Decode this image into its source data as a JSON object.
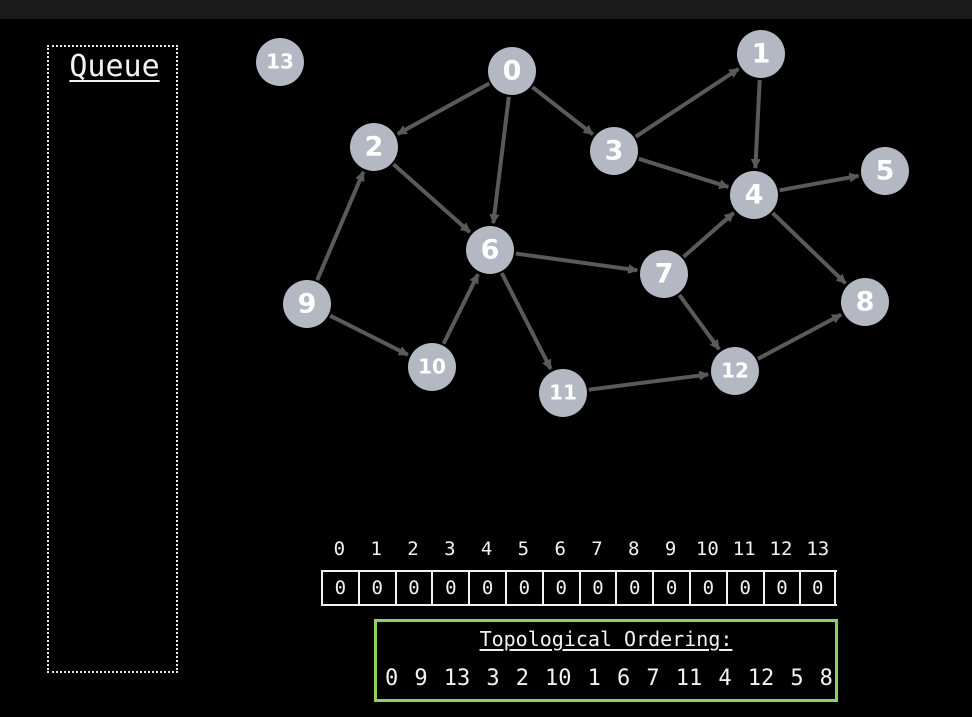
{
  "queue": {
    "title": "Queue",
    "items": []
  },
  "graph": {
    "nodes": [
      {
        "id": "0",
        "label": "0"
      },
      {
        "id": "1",
        "label": "1"
      },
      {
        "id": "2",
        "label": "2"
      },
      {
        "id": "3",
        "label": "3"
      },
      {
        "id": "4",
        "label": "4"
      },
      {
        "id": "5",
        "label": "5"
      },
      {
        "id": "6",
        "label": "6"
      },
      {
        "id": "7",
        "label": "7"
      },
      {
        "id": "8",
        "label": "8"
      },
      {
        "id": "9",
        "label": "9"
      },
      {
        "id": "10",
        "label": "10"
      },
      {
        "id": "11",
        "label": "11"
      },
      {
        "id": "12",
        "label": "12"
      },
      {
        "id": "13",
        "label": "13"
      }
    ],
    "edges": [
      [
        "0",
        "2"
      ],
      [
        "0",
        "6"
      ],
      [
        "0",
        "3"
      ],
      [
        "3",
        "1"
      ],
      [
        "3",
        "4"
      ],
      [
        "1",
        "4"
      ],
      [
        "4",
        "5"
      ],
      [
        "4",
        "8"
      ],
      [
        "2",
        "6"
      ],
      [
        "9",
        "2"
      ],
      [
        "9",
        "10"
      ],
      [
        "10",
        "6"
      ],
      [
        "6",
        "7"
      ],
      [
        "6",
        "11"
      ],
      [
        "7",
        "4"
      ],
      [
        "7",
        "12"
      ],
      [
        "11",
        "12"
      ],
      [
        "12",
        "8"
      ]
    ],
    "node_color": "#b3b8c3",
    "edge_color": "#5a5a5a"
  },
  "indegree": {
    "indices": [
      "0",
      "1",
      "2",
      "3",
      "4",
      "5",
      "6",
      "7",
      "8",
      "9",
      "10",
      "11",
      "12",
      "13"
    ],
    "values": [
      "0",
      "0",
      "0",
      "0",
      "0",
      "0",
      "0",
      "0",
      "0",
      "0",
      "0",
      "0",
      "0",
      "0"
    ]
  },
  "topological": {
    "title": "Topological Ordering:",
    "order": [
      "0",
      "9",
      "13",
      "3",
      "2",
      "10",
      "1",
      "6",
      "7",
      "11",
      "4",
      "12",
      "5",
      "8"
    ],
    "border_color": "#8fd25a"
  }
}
